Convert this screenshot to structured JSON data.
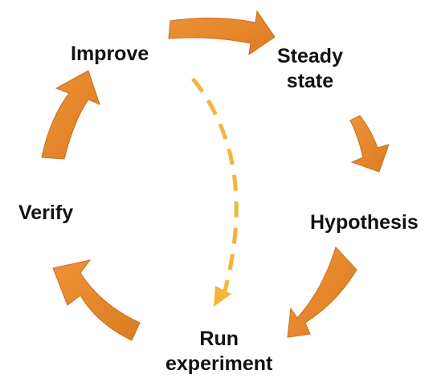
{
  "diagram": {
    "colors": {
      "arrow_fill": "#E8862A",
      "arrow_edge": "#C96E1E",
      "dashed_arrow": "#F2B53A",
      "text": "#111111"
    },
    "stages": {
      "improve": {
        "label": "Improve"
      },
      "steady_state": {
        "line1": "Steady",
        "line2": "state"
      },
      "hypothesis": {
        "label": "Hypothesis"
      },
      "run_experiment": {
        "line1": "Run",
        "line2": "experiment"
      },
      "verify": {
        "label": "Verify"
      }
    }
  }
}
